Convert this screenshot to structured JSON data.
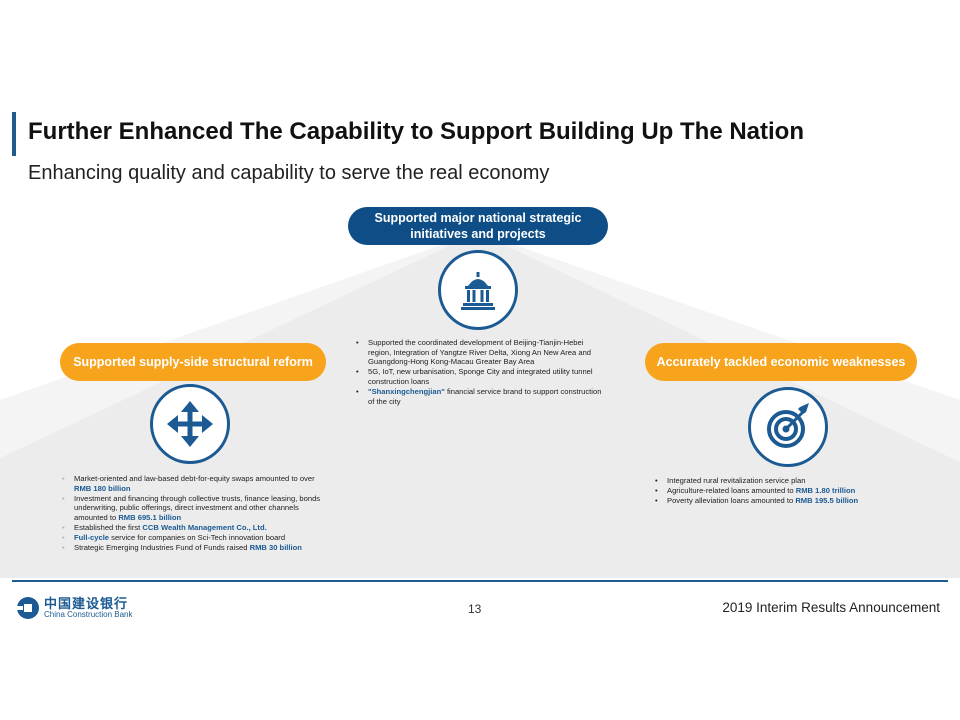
{
  "header": {
    "title": "Further Enhanced The Capability to Support Building Up The Nation",
    "subtitle": "Enhancing quality and capability to serve the real economy"
  },
  "center": {
    "pill_line1": "Supported major national strategic",
    "pill_line2": "initiatives and projects",
    "icon": "government-building-icon",
    "bullets": [
      {
        "text": "Supported the coordinated development of Beijing-Tianjin-Hebei region, Integration of Yangtze River Delta, Xiong An New Area and Guangdong-Hong Kong-Macau Greater Bay Area"
      },
      {
        "text": "5G, IoT, new urbanisation, Sponge City and integrated utility tunnel construction loans"
      },
      {
        "highlight": "\"Shanxingchengjian\"",
        "text": " financial service brand to support construction of the city"
      }
    ]
  },
  "left": {
    "pill": "Supported supply-side structural reform",
    "icon": "four-way-arrows-icon",
    "bullets": [
      {
        "text": "Market-oriented and law-based debt-for-equity swaps amounted to over ",
        "highlight": "RMB 180 billion"
      },
      {
        "text": "Investment and financing through collective trusts, finance leasing, bonds underwriting, public offerings, direct investment and other channels amounted to ",
        "highlight": "RMB 695.1 billion"
      },
      {
        "text": "Established the first ",
        "highlight": "CCB Wealth Management Co., Ltd."
      },
      {
        "highlight": "Full-cycle",
        "text": " service for companies on Sci-Tech innovation board"
      },
      {
        "text": "Strategic Emerging Industries Fund of Funds raised ",
        "highlight": "RMB 30 billion"
      }
    ]
  },
  "right": {
    "pill": "Accurately tackled economic weaknesses",
    "icon": "target-dart-icon",
    "bullets": [
      {
        "text": "Integrated rural revitalization service plan"
      },
      {
        "text": "Agriculture-related loans amounted to ",
        "highlight": "RMB 1.80 trillion"
      },
      {
        "text": "Poverty alleviation loans amounted to ",
        "highlight": "RMB 195.5 billion"
      }
    ]
  },
  "footer": {
    "page_number": "13",
    "announcement": "2019 Interim Results Announcement",
    "logo_cn": "中国建设银行",
    "logo_en": "China Construction Bank"
  },
  "colors": {
    "navy": "#0e4d86",
    "orange": "#f7a31c",
    "gray_band": "#ececec"
  }
}
